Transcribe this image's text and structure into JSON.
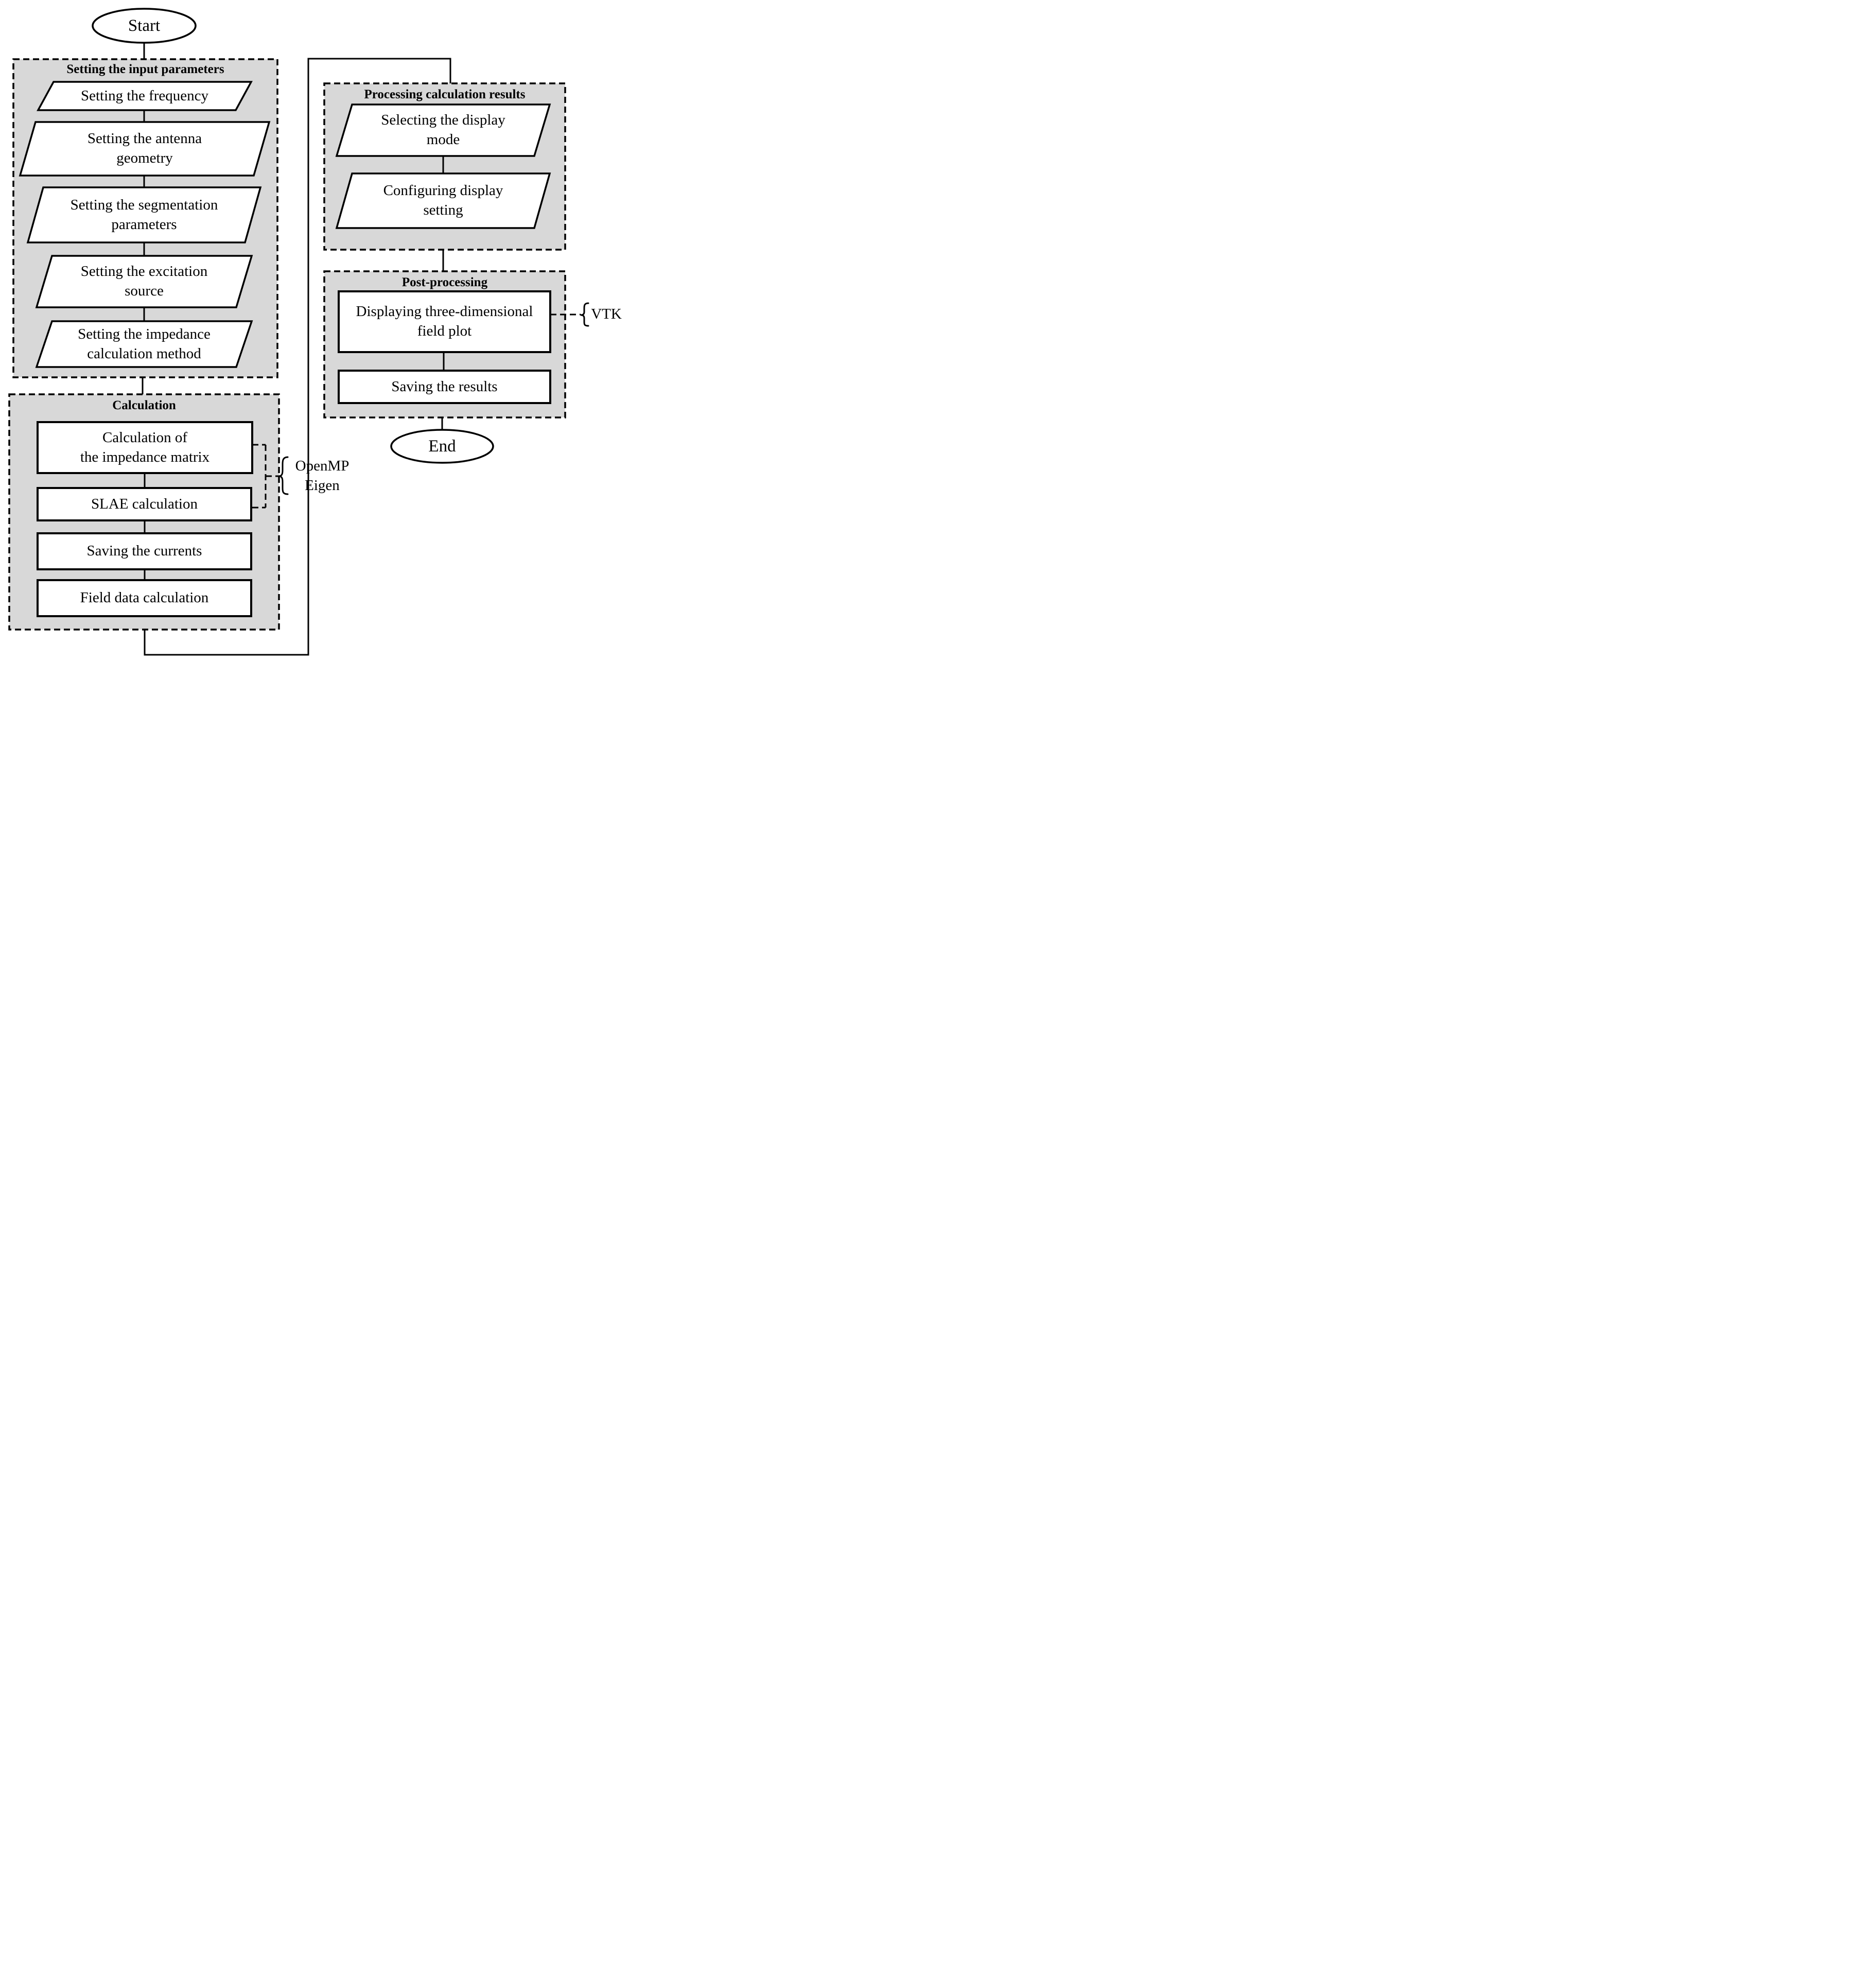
{
  "diagram": {
    "start_label": "Start",
    "end_label": "End",
    "groups": {
      "input": {
        "title": "Setting the input parameters",
        "items": {
          "frequency": "Setting the frequency",
          "antenna_geometry": "Setting the antenna\ngeometry",
          "segmentation": "Setting the segmentation\nparameters",
          "excitation": "Setting the excitation\nsource",
          "impedance_method": "Setting the impedance\ncalculation method"
        }
      },
      "calculation": {
        "title": "Calculation",
        "items": {
          "impedance_matrix": "Calculation of\nthe impedance matrix",
          "slae": "SLAE calculation",
          "saving_currents": "Saving the currents",
          "field_data": "Field data calculation"
        }
      },
      "processing": {
        "title": "Processing calculation results",
        "items": {
          "display_mode": "Selecting the display\nmode",
          "display_setting": "Configuring display\nsetting"
        }
      },
      "postprocessing": {
        "title": "Post-processing",
        "items": {
          "field_plot": "Displaying three-dimensional\nfield plot",
          "saving_results": "Saving the results"
        }
      }
    },
    "annotations": {
      "libraries": "OpenMP\nEigen",
      "vtk": "VTK"
    },
    "colors": {
      "group_fill": "#d8d8d8",
      "shape_fill": "#ffffff",
      "line": "#000000"
    }
  }
}
